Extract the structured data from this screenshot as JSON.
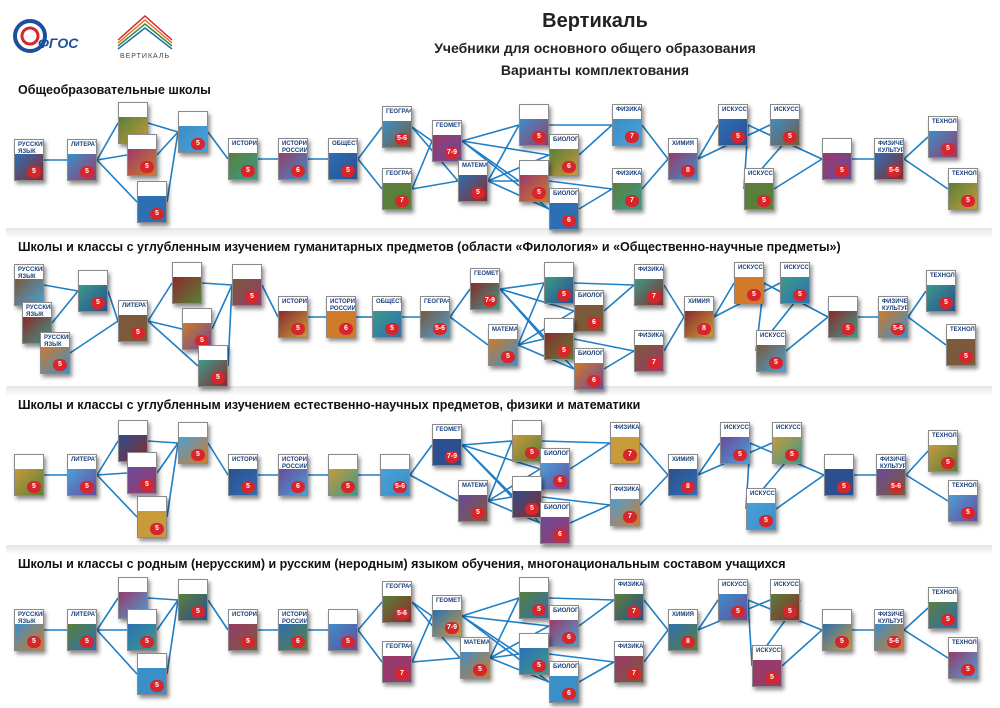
{
  "header": {
    "title": "Вертикаль",
    "subtitle": "Учебники для основного общего образования",
    "subtitle2": "Варианты комплектования"
  },
  "logos": {
    "fgos": "ФГОС",
    "vertical": "ВЕРТИКАЛЬ"
  },
  "colors": {
    "link": "#1e7fc6",
    "grade_red": "#d6262c",
    "title_blue": "#1b3f7a"
  },
  "sections": [
    {
      "title": "Общеобразовательные школы",
      "books": [
        {
          "title": "РУССКИЙ ЯЗЫК",
          "grade": "5"
        },
        {
          "title": "ЛИТЕРАТУРА",
          "grade": "5"
        },
        {
          "title": "",
          "grade": ""
        },
        {
          "title": "",
          "grade": "5"
        },
        {
          "title": "",
          "grade": "5"
        },
        {
          "title": "",
          "grade": "5"
        },
        {
          "title": "ИСТОРИЯ",
          "grade": "5"
        },
        {
          "title": "ИСТОРИЯ РОССИИ",
          "grade": "6"
        },
        {
          "title": "ОБЩЕСТВОЗНАНИЕ",
          "grade": "5"
        },
        {
          "title": "ГЕОГРАФИЯ",
          "grade": "5-6"
        },
        {
          "title": "ГЕОГРАФИЯ",
          "grade": "7"
        },
        {
          "title": "ГЕОМЕТРИЯ",
          "grade": "7-9"
        },
        {
          "title": "МАТЕМАТИКА",
          "grade": "5"
        },
        {
          "title": "",
          "grade": "5"
        },
        {
          "title": "БИОЛОГИЯ",
          "grade": "6"
        },
        {
          "title": "",
          "grade": "5"
        },
        {
          "title": "БИОЛОГИЯ",
          "grade": "6"
        },
        {
          "title": "ФИЗИКА",
          "grade": "7"
        },
        {
          "title": "ФИЗИКА",
          "grade": "7"
        },
        {
          "title": "ХИМИЯ",
          "grade": "8"
        },
        {
          "title": "ИСКУССТВО",
          "grade": "5"
        },
        {
          "title": "ИСКУССТВО",
          "grade": "5"
        },
        {
          "title": "ИСКУССТВО",
          "grade": "5"
        },
        {
          "title": "",
          "grade": "5"
        },
        {
          "title": "ФИЗИЧЕСКАЯ КУЛЬТУРА",
          "grade": "5-6"
        },
        {
          "title": "ТЕХНОЛОГИЯ",
          "grade": "5"
        },
        {
          "title": "ТЕХНОЛОГИЯ",
          "grade": "5"
        }
      ]
    },
    {
      "title": "Школы и классы с углубленным изучением гуманитарных предметов (области «Филология» и «Общественно-научные предметы»)",
      "books": [
        {
          "title": "РУССКИЙ ЯЗЫК",
          "grade": ""
        },
        {
          "title": "РУССКИЙ ЯЗЫК",
          "grade": ""
        },
        {
          "title": "РУССКИЙ ЯЗЫК",
          "grade": "5"
        },
        {
          "title": "",
          "grade": "5"
        },
        {
          "title": "ЛИТЕРАТУРА",
          "grade": "5"
        },
        {
          "title": "",
          "grade": ""
        },
        {
          "title": "",
          "grade": "5"
        },
        {
          "title": "",
          "grade": "5"
        },
        {
          "title": "",
          "grade": "5"
        },
        {
          "title": "ИСТОРИЯ",
          "grade": "5"
        },
        {
          "title": "ИСТОРИЯ РОССИИ",
          "grade": "6"
        },
        {
          "title": "ОБЩЕСТВОЗНАНИЕ",
          "grade": "5"
        },
        {
          "title": "ГЕОГРАФИЯ",
          "grade": "5-6"
        },
        {
          "title": "ГЕОМЕТРИЯ",
          "grade": "7-9"
        },
        {
          "title": "МАТЕМАТИКА",
          "grade": "5"
        },
        {
          "title": "",
          "grade": "5"
        },
        {
          "title": "БИОЛОГИЯ",
          "grade": "6"
        },
        {
          "title": "",
          "grade": "5"
        },
        {
          "title": "БИОЛОГИЯ",
          "grade": "6"
        },
        {
          "title": "ФИЗИКА",
          "grade": "7"
        },
        {
          "title": "ФИЗИКА",
          "grade": "7"
        },
        {
          "title": "ХИМИЯ",
          "grade": "8"
        },
        {
          "title": "ИСКУССТВО",
          "grade": "5"
        },
        {
          "title": "ИСКУССТВО",
          "grade": "5"
        },
        {
          "title": "ИСКУССТВО",
          "grade": "5"
        },
        {
          "title": "",
          "grade": "5"
        },
        {
          "title": "ФИЗИЧЕСКАЯ КУЛЬТУРА",
          "grade": "5-6"
        },
        {
          "title": "ТЕХНОЛОГИЯ",
          "grade": "5"
        },
        {
          "title": "ТЕХНОЛОГИЯ",
          "grade": "5"
        }
      ]
    },
    {
      "title": "Школы и классы с углубленным изучением естественно-научных предметов, физики и математики",
      "books": [
        {
          "title": "",
          "grade": "5"
        },
        {
          "title": "ЛИТЕРАТУРА",
          "grade": "5"
        },
        {
          "title": "",
          "grade": ""
        },
        {
          "title": "",
          "grade": "5"
        },
        {
          "title": "",
          "grade": "5"
        },
        {
          "title": "",
          "grade": "5"
        },
        {
          "title": "ИСТОРИЯ",
          "grade": "5"
        },
        {
          "title": "ИСТОРИЯ РОССИИ",
          "grade": "6"
        },
        {
          "title": "",
          "grade": "5"
        },
        {
          "title": "",
          "grade": "5-6"
        },
        {
          "title": "ГЕОМЕТРИЯ",
          "grade": "7-9"
        },
        {
          "title": "МАТЕМАТИКА",
          "grade": "5"
        },
        {
          "title": "",
          "grade": "5"
        },
        {
          "title": "БИОЛОГИЯ",
          "grade": "6"
        },
        {
          "title": "",
          "grade": "5"
        },
        {
          "title": "БИОЛОГИЯ",
          "grade": "6"
        },
        {
          "title": "ФИЗИКА",
          "grade": "7"
        },
        {
          "title": "ФИЗИКА",
          "grade": "7"
        },
        {
          "title": "ХИМИЯ",
          "grade": "8"
        },
        {
          "title": "ИСКУССТВО",
          "grade": "5"
        },
        {
          "title": "ИСКУССТВО",
          "grade": "5"
        },
        {
          "title": "ИСКУССТВО",
          "grade": "5"
        },
        {
          "title": "",
          "grade": "5"
        },
        {
          "title": "ФИЗИЧЕСКАЯ КУЛЬТУРА",
          "grade": "5-6"
        },
        {
          "title": "ТЕХНОЛОГИЯ",
          "grade": "5"
        },
        {
          "title": "ТЕХНОЛОГИЯ",
          "grade": "5"
        }
      ]
    },
    {
      "title": "Школы и классы с родным (нерусским) и русским (неродным) языком обучения, многонациональным составом учащихся",
      "books": [
        {
          "title": "РУССКИЙ ЯЗЫК",
          "grade": "5"
        },
        {
          "title": "ЛИТЕРАТУРА",
          "grade": "5"
        },
        {
          "title": "",
          "grade": ""
        },
        {
          "title": "",
          "grade": "5"
        },
        {
          "title": "",
          "grade": "5"
        },
        {
          "title": "",
          "grade": "5"
        },
        {
          "title": "ИСТОРИЯ",
          "grade": "5"
        },
        {
          "title": "ИСТОРИЯ РОССИИ",
          "grade": "6"
        },
        {
          "title": "",
          "grade": "5"
        },
        {
          "title": "ГЕОГРАФИЯ",
          "grade": "5-6"
        },
        {
          "title": "ГЕОГРАФИЯ",
          "grade": "7"
        },
        {
          "title": "ГЕОМЕТРИЯ",
          "grade": "7-9"
        },
        {
          "title": "МАТЕМАТИКА",
          "grade": "5"
        },
        {
          "title": "",
          "grade": "5"
        },
        {
          "title": "БИОЛОГИЯ",
          "grade": "6"
        },
        {
          "title": "",
          "grade": "5"
        },
        {
          "title": "БИОЛОГИЯ",
          "grade": "6"
        },
        {
          "title": "ФИЗИКА",
          "grade": "7"
        },
        {
          "title": "ФИЗИКА",
          "grade": "7"
        },
        {
          "title": "ХИМИЯ",
          "grade": "8"
        },
        {
          "title": "ИСКУССТВО",
          "grade": "5"
        },
        {
          "title": "ИСКУССТВО",
          "grade": "5"
        },
        {
          "title": "ИСКУССТВО",
          "grade": "5"
        },
        {
          "title": "",
          "grade": "5"
        },
        {
          "title": "ФИЗИЧЕСКАЯ КУЛЬТУРА",
          "grade": "5-6"
        },
        {
          "title": "ТЕХНОЛОГИЯ",
          "grade": "5"
        },
        {
          "title": "ТЕХНОЛОГИЯ",
          "grade": "5"
        }
      ]
    }
  ]
}
